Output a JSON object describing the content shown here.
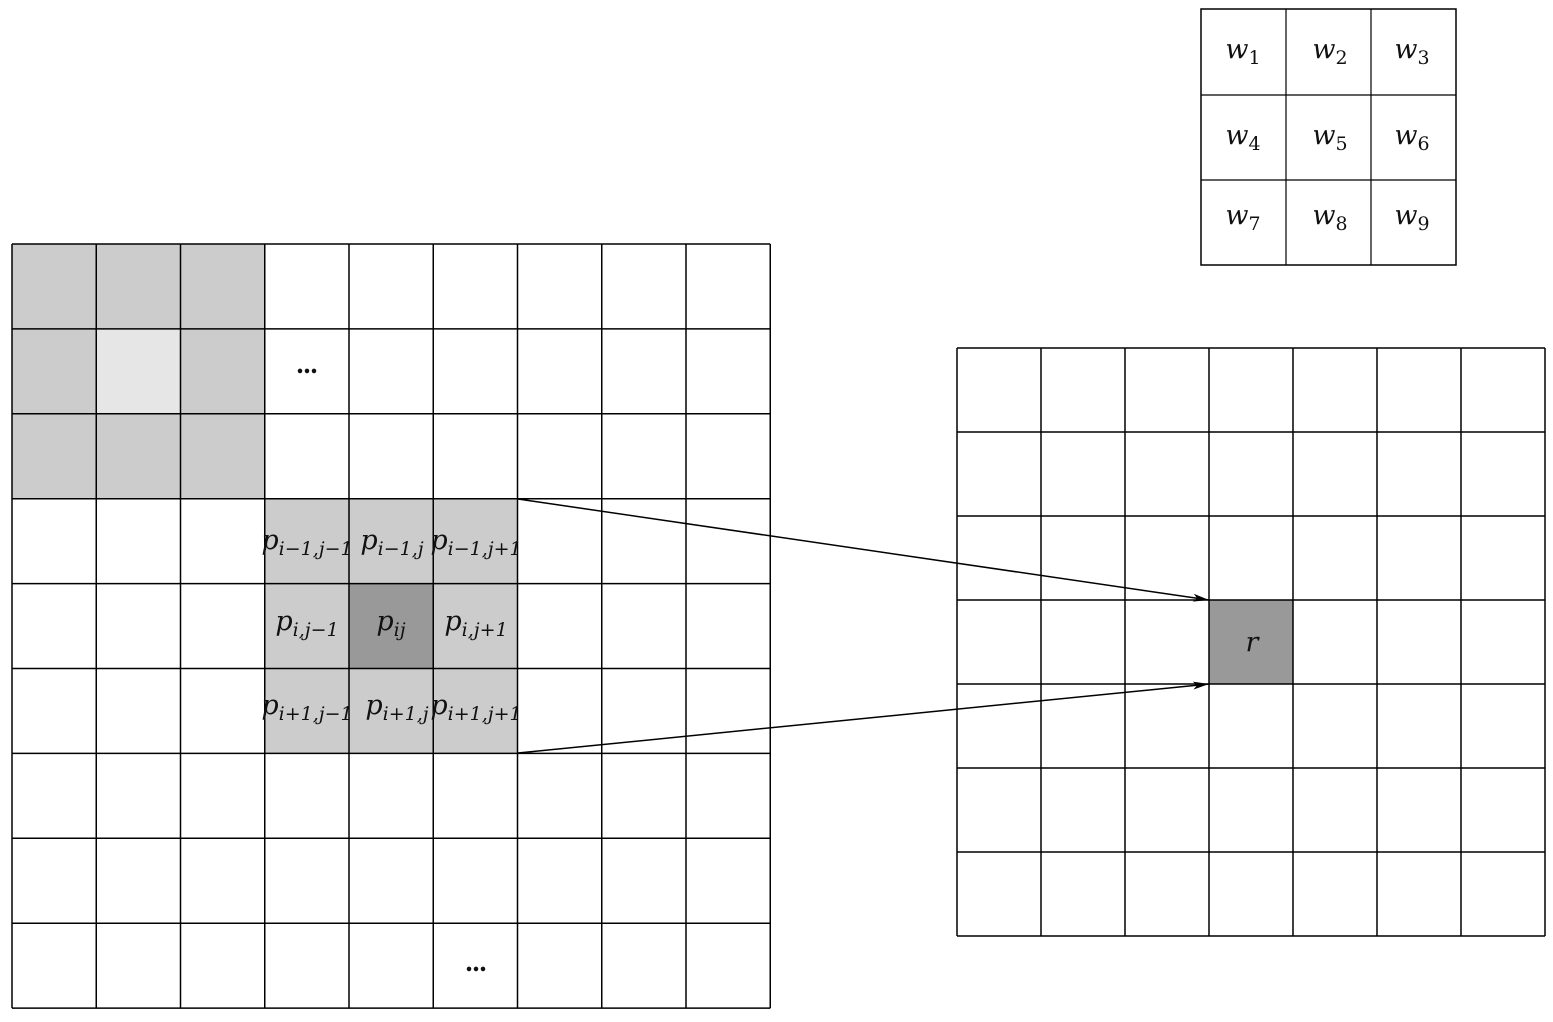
{
  "kernel": {
    "cells": [
      {
        "base": "w",
        "sub": "1"
      },
      {
        "base": "w",
        "sub": "2"
      },
      {
        "base": "w",
        "sub": "3"
      },
      {
        "base": "w",
        "sub": "4"
      },
      {
        "base": "w",
        "sub": "5"
      },
      {
        "base": "w",
        "sub": "6"
      },
      {
        "base": "w",
        "sub": "7"
      },
      {
        "base": "w",
        "sub": "8"
      },
      {
        "base": "w",
        "sub": "9"
      }
    ]
  },
  "input_grid": {
    "rows": 9,
    "cols": 9,
    "ellipsis_top": "...",
    "ellipsis_bottom": "...",
    "neighborhood": [
      {
        "base": "p",
        "sub": "i−1,j−1"
      },
      {
        "base": "p",
        "sub": "i−1,j"
      },
      {
        "base": "p",
        "sub": "i−1,j+1"
      },
      {
        "base": "p",
        "sub": "i,j−1"
      },
      {
        "base": "p",
        "sub": "ij"
      },
      {
        "base": "p",
        "sub": "i,j+1"
      },
      {
        "base": "p",
        "sub": "i+1,j−1"
      },
      {
        "base": "p",
        "sub": "i+1,j"
      },
      {
        "base": "p",
        "sub": "i+1,j+1"
      }
    ]
  },
  "output_grid": {
    "rows": 7,
    "cols": 7,
    "result_label": "r"
  },
  "colors": {
    "line": "#000000",
    "region_fill": "#cccccc",
    "region_center_fill": "#e6e6e6",
    "highlight_center": "#999999"
  }
}
